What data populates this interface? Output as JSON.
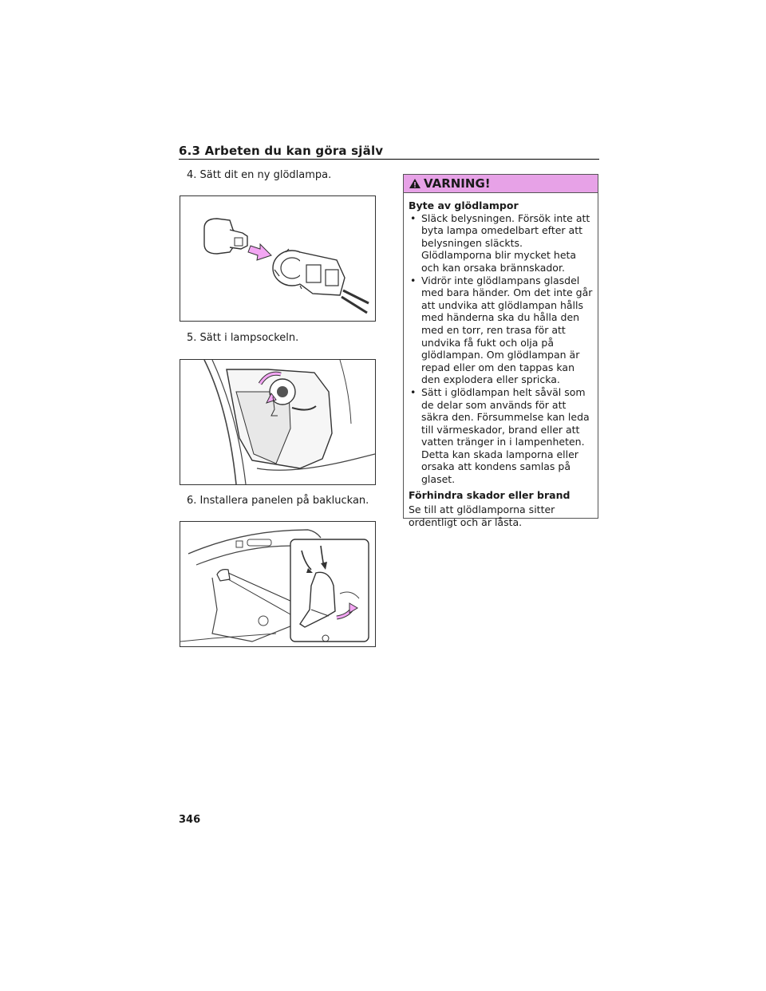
{
  "header": {
    "section_title": "6.3  Arbeten du kan göra själv"
  },
  "steps": [
    {
      "text": "4. Sätt dit en ny glödlampa."
    },
    {
      "text": "5. Sätt i lampsockeln."
    },
    {
      "text": "6. Installera panelen på bakluckan."
    }
  ],
  "warning": {
    "title": "VARNING!",
    "heading1": "Byte av glödlampor",
    "bullets": [
      "Släck belysningen. Försök inte att byta lampa omedelbart efter att belysningen släckts. Glödlamporna blir mycket heta och kan orsaka brännskador.",
      "Vidrör inte glödlampans glasdel med bara händer. Om det inte går att undvika att glödlampan hålls med händerna ska du hålla den med en torr, ren trasa för att undvika få fukt och olja på glödlampan. Om glödlampan är repad eller om den tappas kan den explodera eller spricka.",
      "Sätt i glödlampan helt såväl som de delar som används för att säkra den. Försummelse kan leda till värmeskador, brand eller att vatten tränger in i lampenheten. Detta kan skada lamporna eller orsaka att kondens samlas på glaset."
    ],
    "heading2": "Förhindra skador eller brand",
    "paragraph": "Se till att glödlamporna sitter ordentligt och är låsta."
  },
  "footer": {
    "page_number": "346"
  },
  "colors": {
    "warning_header": "#e7a2e7",
    "arrow_fill": "#f3a6f3"
  },
  "icons": {
    "warning": "warning-triangle-icon"
  }
}
